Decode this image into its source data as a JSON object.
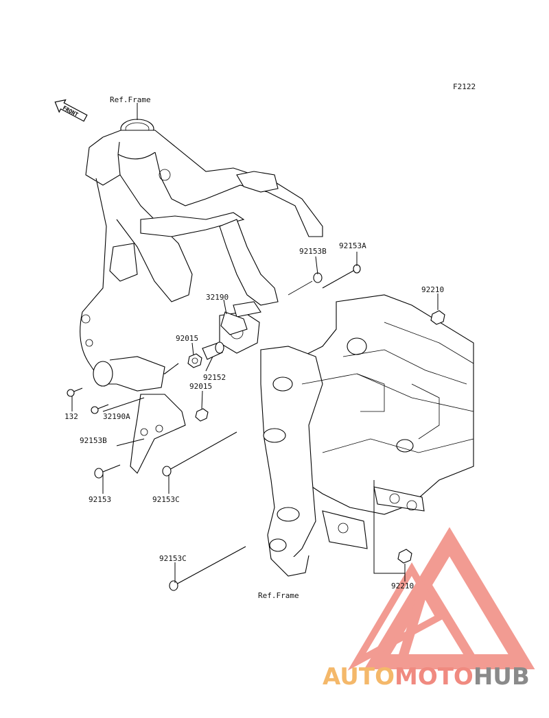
{
  "figure_code": "F2122",
  "ref_frame_top": "Ref.Frame",
  "ref_frame_bottom": "Ref.Frame",
  "front_arrow": "FRONT",
  "parts": {
    "p92153A": "92153A",
    "p92153B_top": "92153B",
    "p32190": "32190",
    "p92210_top": "92210",
    "p92015_a": "92015",
    "p92152": "92152",
    "p92015_b": "92015",
    "p132": "132",
    "p32190A": "32190A",
    "p92153B_left": "92153B",
    "p92153": "92153",
    "p92153C_mid": "92153C",
    "p92153C_bottom": "92153C",
    "p92210_bottom": "92210"
  },
  "watermark": {
    "part1": "AUTO",
    "part2": "MOTO",
    "part3": "HUB",
    "colors": {
      "part1": "#f4b86a",
      "part2": "#f08a80",
      "part3": "#8a8a8a",
      "logo": "#f08a80"
    }
  }
}
